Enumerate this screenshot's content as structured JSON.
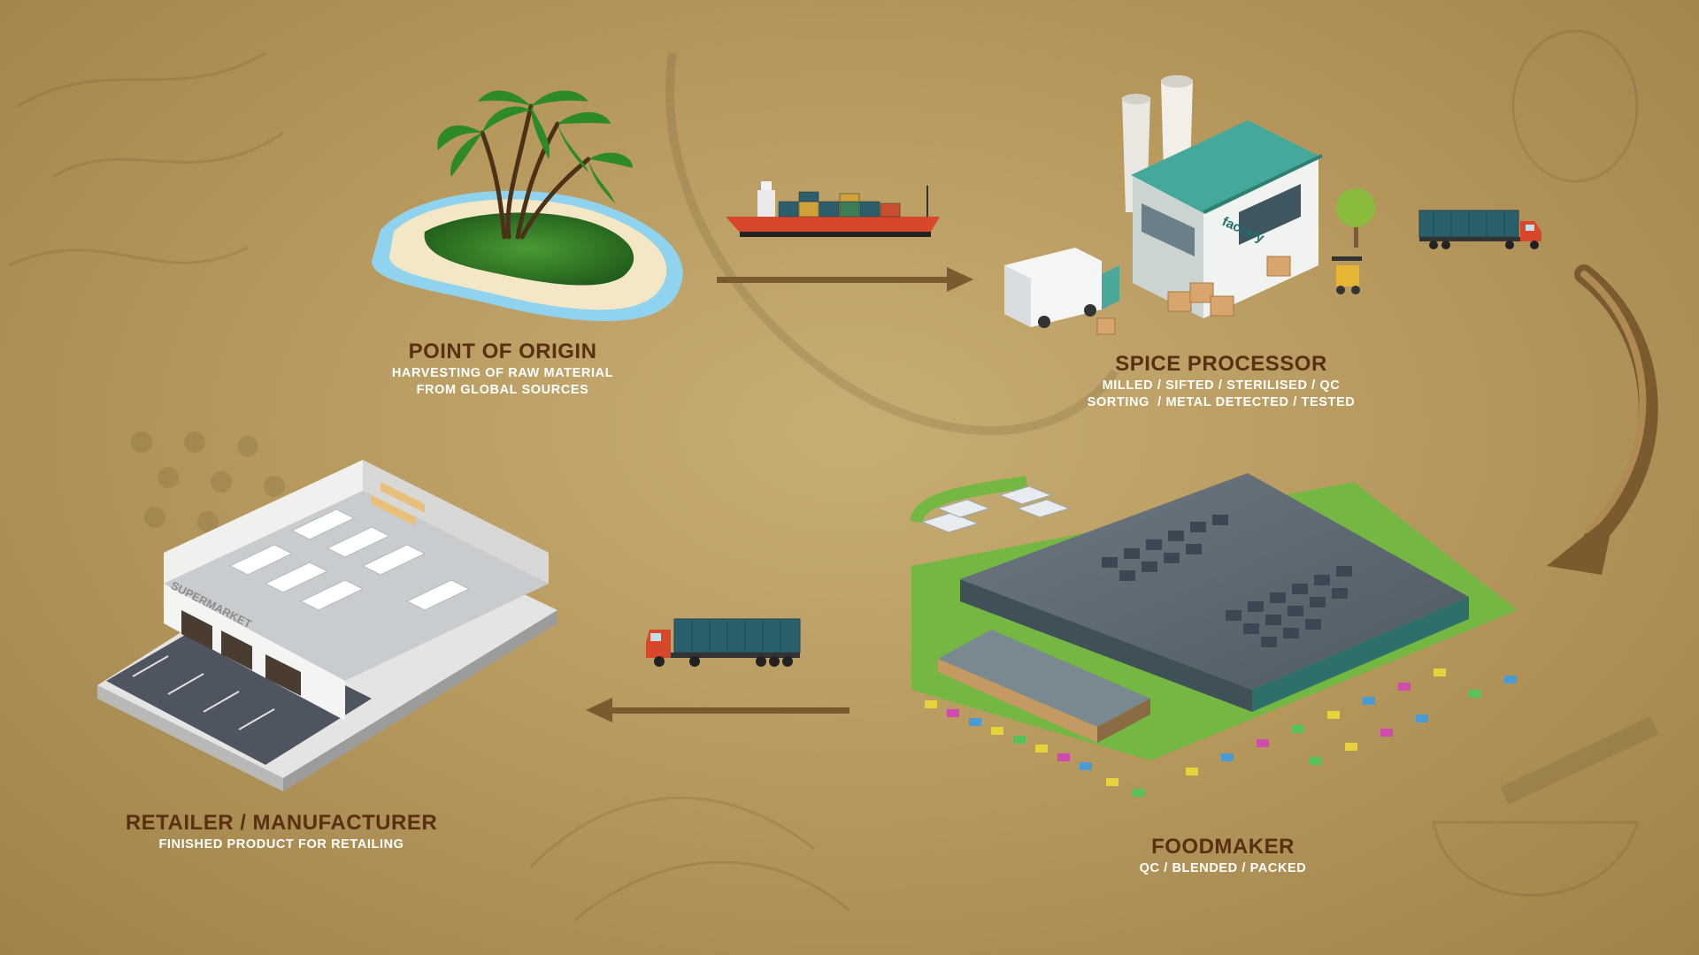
{
  "stages": [
    {
      "id": "point-of-origin",
      "title": "POINT OF ORIGIN",
      "lines": [
        "HARVESTING OF RAW MATERIAL",
        "FROM GLOBAL SOURCES"
      ]
    },
    {
      "id": "spice-processor",
      "title": "SPICE PROCESSOR",
      "lines": [
        "MILLED / SIFTED / STERILISED / QC",
        "SORTING  / METAL DETECTED / TESTED"
      ]
    },
    {
      "id": "foodmaker",
      "title": "FOODMAKER",
      "lines": [
        "QC / BLENDED / PACKED"
      ]
    },
    {
      "id": "retailer",
      "title": "RETAILER / MANUFACTURER",
      "lines": [
        "FINISHED PRODUCT FOR RETAILING"
      ]
    }
  ],
  "illustrations": {
    "factory_sign": "factory",
    "supermarket_sign": "SUPERMARKET"
  },
  "icons": [
    "tropical-island-icon",
    "cargo-ship-icon",
    "factory-icon",
    "container-truck-icon",
    "warehouse-icon",
    "supermarket-icon",
    "flow-arrow-icon"
  ],
  "colors": {
    "background": "#b89a5f",
    "title": "#5b2f12",
    "description": "#ffffff",
    "arrow": "#7a5a2e"
  }
}
